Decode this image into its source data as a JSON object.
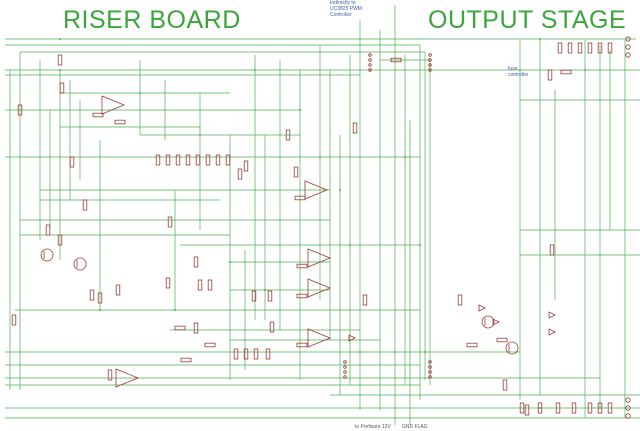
{
  "titles": {
    "left": "RISER BOARD",
    "right": "OUTPUT STAGE"
  },
  "annotations": {
    "pwm_line1": "Indirectly to",
    "pwm_line2": "UC3825 PWM",
    "pwm_line3": "Controller",
    "fuse_line1": "fuse",
    "fuse_line2": "controller",
    "bottom_left": "to Prefixure 12V",
    "bottom_right": "GND FLAG"
  },
  "colors": {
    "wire": "#4caf50",
    "component": "#9b3a3a",
    "title": "#3aa63a",
    "label": "#555555"
  }
}
